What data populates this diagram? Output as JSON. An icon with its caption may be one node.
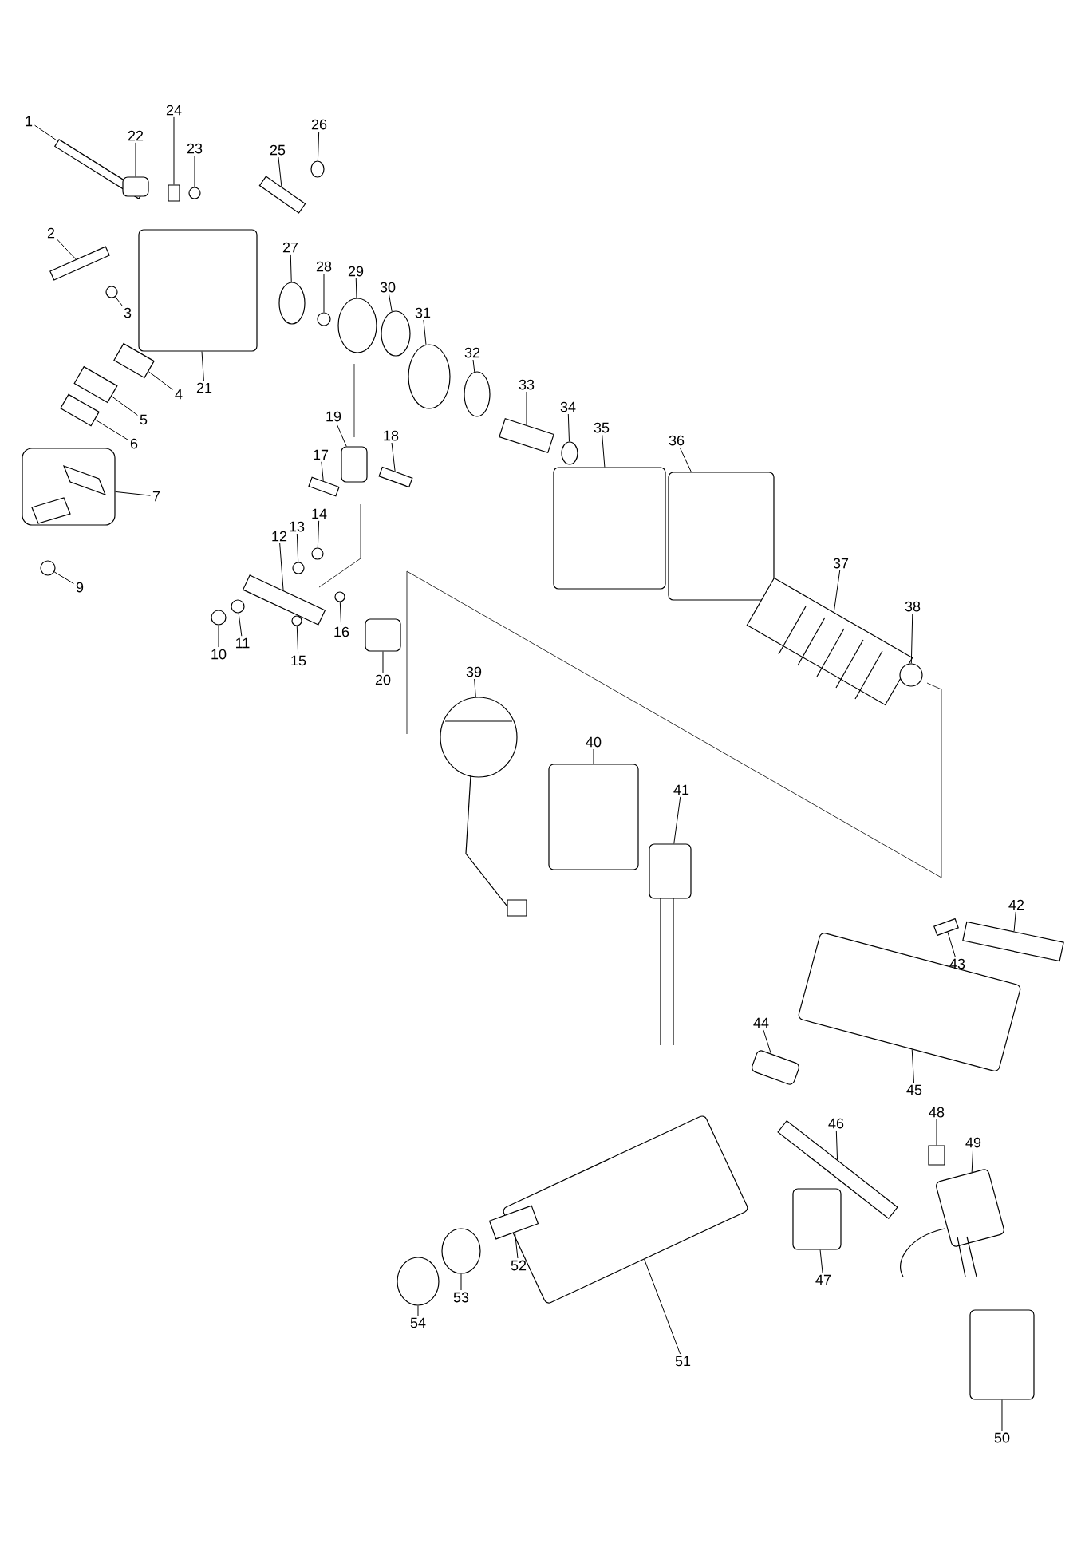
{
  "diagram": {
    "nodes": [
      {
        "text": [
          "1"
        ]
      },
      {
        "text": [
          "2"
        ]
      },
      {
        "text": [
          "3"
        ]
      },
      {
        "text": [
          "4"
        ]
      },
      {
        "text": [
          "5"
        ]
      },
      {
        "text": [
          "6"
        ]
      },
      {
        "text": [
          "7"
        ]
      },
      {
        "text": [
          "9"
        ]
      },
      {
        "text": [
          "10"
        ]
      },
      {
        "text": [
          "11"
        ]
      },
      {
        "text": [
          "12"
        ]
      },
      {
        "text": [
          "13"
        ]
      },
      {
        "text": [
          "14"
        ]
      },
      {
        "text": [
          "15"
        ]
      },
      {
        "text": [
          "16"
        ]
      },
      {
        "text": [
          "17"
        ]
      },
      {
        "text": [
          "18"
        ]
      },
      {
        "text": [
          "19"
        ]
      },
      {
        "text": [
          "20"
        ]
      },
      {
        "text": [
          "21"
        ]
      },
      {
        "text": [
          "22"
        ]
      },
      {
        "text": [
          "23"
        ]
      },
      {
        "text": [
          "24"
        ]
      },
      {
        "text": [
          "25"
        ]
      },
      {
        "text": [
          "26"
        ]
      },
      {
        "text": [
          "27"
        ]
      },
      {
        "text": [
          "28"
        ]
      },
      {
        "text": [
          "29"
        ]
      },
      {
        "text": [
          "30"
        ]
      },
      {
        "text": [
          "31"
        ]
      },
      {
        "text": [
          "32"
        ]
      },
      {
        "text": [
          "33"
        ]
      },
      {
        "text": [
          "34"
        ]
      },
      {
        "text": [
          "35"
        ]
      },
      {
        "text": [
          "36"
        ]
      },
      {
        "text": [
          "37"
        ]
      },
      {
        "text": [
          "38"
        ]
      },
      {
        "text": [
          "39"
        ]
      },
      {
        "text": [
          "40"
        ]
      },
      {
        "text": [
          "41"
        ]
      },
      {
        "text": [
          "42"
        ]
      },
      {
        "text": [
          "43"
        ]
      },
      {
        "text": [
          "44"
        ]
      },
      {
        "text": [
          "45"
        ]
      },
      {
        "text": [
          "46"
        ]
      },
      {
        "text": [
          "47"
        ]
      },
      {
        "text": [
          "48"
        ]
      },
      {
        "text": [
          "49"
        ]
      },
      {
        "text": [
          "50"
        ]
      },
      {
        "text": [
          "51"
        ]
      },
      {
        "text": [
          "52"
        ]
      },
      {
        "text": [
          "53"
        ]
      },
      {
        "text": [
          "54"
        ]
      },
      {
        "text": [],
        "shape": "box"
      },
      {
        "text": [],
        "shape": "box"
      },
      {
        "text": [],
        "shape": "circle"
      },
      {
        "text": [],
        "shape": "box"
      },
      {
        "text": [],
        "shape": "box"
      },
      {
        "text": [],
        "shape": "box"
      },
      {
        "text": [],
        "shape": "picture"
      },
      {
        "text": [],
        "shape": "circle"
      },
      {
        "text": [],
        "shape": "circle"
      },
      {
        "text": [],
        "shape": "circle"
      },
      {
        "text": [],
        "shape": "box"
      },
      {
        "text": [],
        "shape": "circle"
      },
      {
        "text": [],
        "shape": "circle"
      },
      {
        "text": [],
        "shape": "circle"
      },
      {
        "text": [],
        "shape": "circle"
      },
      {
        "text": [],
        "shape": "box"
      },
      {
        "text": [],
        "shape": "box"
      },
      {
        "text": [],
        "shape": "box"
      },
      {
        "text": [],
        "shape": "box"
      },
      {
        "text": [],
        "shape": "box"
      },
      {
        "text": [],
        "shape": "box"
      },
      {
        "text": [],
        "shape": "circle"
      },
      {
        "text": [],
        "shape": "box"
      },
      {
        "text": [],
        "shape": "box"
      },
      {
        "text": [],
        "shape": "circle"
      },
      {
        "text": [],
        "shape": "circle"
      },
      {
        "text": [],
        "shape": "circle"
      },
      {
        "text": [],
        "shape": "circle"
      },
      {
        "text": [],
        "shape": "circle"
      },
      {
        "text": [],
        "shape": "circle"
      },
      {
        "text": [],
        "shape": "circle"
      },
      {
        "text": [],
        "shape": "box"
      },
      {
        "text": [],
        "shape": "circle"
      },
      {
        "text": [],
        "shape": "box"
      },
      {
        "text": [],
        "shape": "box"
      },
      {
        "text": [],
        "shape": "picture"
      },
      {
        "text": [],
        "shape": "circle"
      },
      {
        "text": [],
        "shape": "picture"
      },
      {
        "text": [],
        "shape": "box"
      },
      {
        "text": [],
        "shape": "picture"
      },
      {
        "text": [],
        "shape": "box"
      },
      {
        "text": [],
        "shape": "box"
      },
      {
        "text": [],
        "shape": "box"
      },
      {
        "text": [],
        "shape": "box"
      },
      {
        "text": [],
        "shape": "box"
      },
      {
        "text": [],
        "shape": "box"
      },
      {
        "text": [],
        "shape": "box"
      },
      {
        "text": [],
        "shape": "picture"
      },
      {
        "text": [],
        "shape": "box"
      },
      {
        "text": [],
        "shape": "box"
      },
      {
        "text": [],
        "shape": "box"
      },
      {
        "text": [],
        "shape": "circle"
      },
      {
        "text": [],
        "shape": "circle"
      }
    ],
    "edges": [
      {
        "from": 0,
        "to": 53,
        "arrow": "none"
      },
      {
        "from": 1,
        "to": 54,
        "arrow": "none"
      },
      {
        "from": 2,
        "to": 55,
        "arrow": "none"
      },
      {
        "from": 3,
        "to": 56,
        "arrow": "none"
      },
      {
        "from": 4,
        "to": 57,
        "arrow": "none"
      },
      {
        "from": 5,
        "to": 58,
        "arrow": "none"
      },
      {
        "from": 6,
        "to": 59,
        "arrow": "none"
      },
      {
        "from": 7,
        "to": 60,
        "arrow": "none"
      },
      {
        "from": 8,
        "to": 61,
        "arrow": "none"
      },
      {
        "from": 9,
        "to": 62,
        "arrow": "none"
      },
      {
        "from": 10,
        "to": 63,
        "arrow": "none"
      },
      {
        "from": 11,
        "to": 64,
        "arrow": "none"
      },
      {
        "from": 12,
        "to": 65,
        "arrow": "none"
      },
      {
        "from": 13,
        "to": 66,
        "arrow": "none"
      },
      {
        "from": 14,
        "to": 67,
        "arrow": "none"
      },
      {
        "from": 15,
        "to": 68,
        "arrow": "none"
      },
      {
        "from": 16,
        "to": 69,
        "arrow": "none"
      },
      {
        "from": 17,
        "to": 70,
        "arrow": "none"
      },
      {
        "from": 18,
        "to": 71,
        "arrow": "none"
      },
      {
        "from": 19,
        "to": 72,
        "arrow": "none"
      },
      {
        "from": 20,
        "to": 73,
        "arrow": "none"
      },
      {
        "from": 21,
        "to": 74,
        "arrow": "none"
      },
      {
        "from": 22,
        "to": 75,
        "arrow": "none"
      },
      {
        "from": 23,
        "to": 76,
        "arrow": "none"
      },
      {
        "from": 24,
        "to": 77,
        "arrow": "none"
      },
      {
        "from": 25,
        "to": 78,
        "arrow": "none"
      },
      {
        "from": 26,
        "to": 79,
        "arrow": "none"
      },
      {
        "from": 27,
        "to": 80,
        "arrow": "none"
      },
      {
        "from": 28,
        "to": 81,
        "arrow": "none"
      },
      {
        "from": 29,
        "to": 82,
        "arrow": "none"
      },
      {
        "from": 30,
        "to": 83,
        "arrow": "none"
      },
      {
        "from": 31,
        "to": 84,
        "arrow": "none"
      },
      {
        "from": 32,
        "to": 85,
        "arrow": "none"
      },
      {
        "from": 33,
        "to": 86,
        "arrow": "none"
      },
      {
        "from": 34,
        "to": 87,
        "arrow": "none"
      },
      {
        "from": 35,
        "to": 88,
        "arrow": "none"
      },
      {
        "from": 36,
        "to": 89,
        "arrow": "none"
      },
      {
        "from": 37,
        "to": 90,
        "arrow": "none"
      },
      {
        "from": 38,
        "to": 91,
        "arrow": "none"
      },
      {
        "from": 39,
        "to": 92,
        "arrow": "none"
      },
      {
        "from": 40,
        "to": 93,
        "arrow": "none"
      },
      {
        "from": 41,
        "to": 94,
        "arrow": "none"
      },
      {
        "from": 42,
        "to": 95,
        "arrow": "none"
      },
      {
        "from": 43,
        "to": 96,
        "arrow": "none"
      },
      {
        "from": 44,
        "to": 97,
        "arrow": "none"
      },
      {
        "from": 45,
        "to": 98,
        "arrow": "none"
      },
      {
        "from": 46,
        "to": 99,
        "arrow": "none"
      },
      {
        "from": 47,
        "to": 100,
        "arrow": "none"
      },
      {
        "from": 48,
        "to": 101,
        "arrow": "none"
      },
      {
        "from": 49,
        "to": 102,
        "arrow": "none"
      },
      {
        "from": 50,
        "to": 103,
        "arrow": "none"
      },
      {
        "from": 51,
        "to": 104,
        "arrow": "none"
      },
      {
        "from": 52,
        "to": 105,
        "arrow": "none"
      }
    ]
  }
}
